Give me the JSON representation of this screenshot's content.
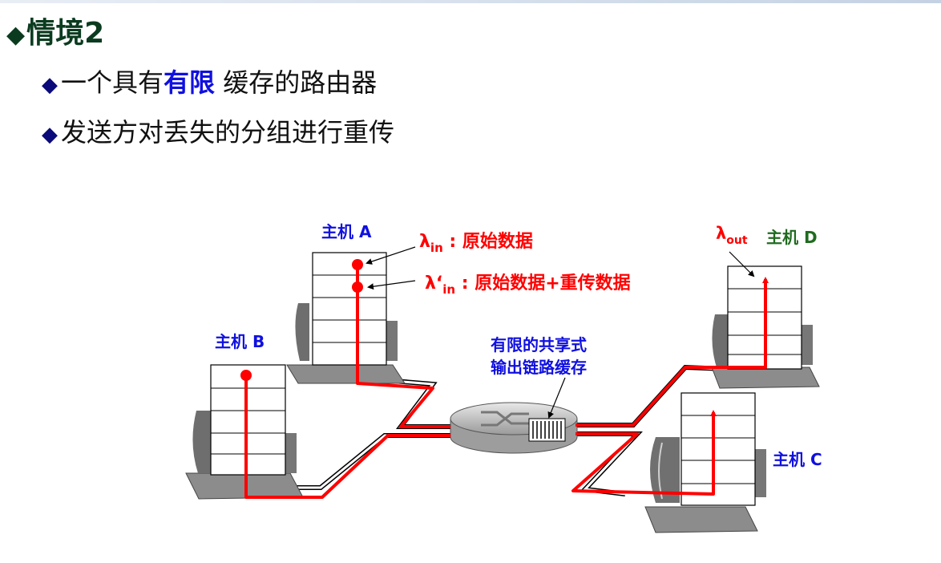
{
  "slide": {
    "title_mark": "◆",
    "title": "情境2",
    "bullet_mark": "◆",
    "bullets": [
      {
        "pre": "一个具有",
        "emph": "有限",
        "post": " 缓存的路由器"
      },
      {
        "pre": "发送方对丢失的分组进行重传",
        "emph": "",
        "post": ""
      }
    ]
  },
  "diagram": {
    "host_a": "主机 A",
    "host_b": "主机 B",
    "host_c": "主机 C",
    "host_d": "主机 D",
    "lambda_in_sym": "λ",
    "lambda_in_sub": "in",
    "lambda_in_desc": " : 原始数据",
    "lambda_in_prime_sym": "λ‘",
    "lambda_in_prime_sub": "in",
    "lambda_in_prime_desc": " : 原始数据+重传数据",
    "lambda_out_sym": "λ",
    "lambda_out_sub": "out",
    "router_label_1": "有限的共享式",
    "router_label_2": "输出链路缓存",
    "colors": {
      "flow": "#ff0000",
      "host_label": "#1010e0",
      "host_d_label": "#1f6b1f",
      "lambda": "#ff0000"
    }
  }
}
